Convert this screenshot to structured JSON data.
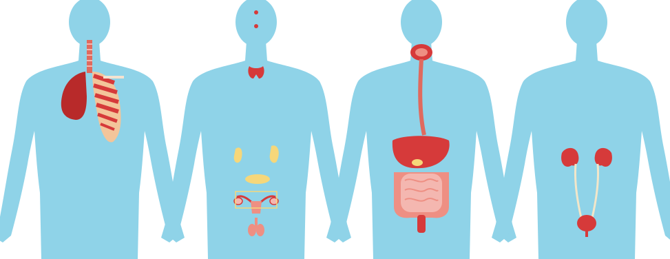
{
  "colors": {
    "background": "#ffffff",
    "silhouette": "#8fd3e8",
    "organ_red": "#d63a3a",
    "organ_dark_red": "#b82a2a",
    "organ_pink": "#f4b7b0",
    "organ_salmon": "#ee8f83",
    "gland_yellow": "#f6d77a",
    "rib_peach": "#f3c59a",
    "ureter": "#f2e6c9"
  },
  "figures": [
    {
      "id": "respiratory",
      "icon": "lungs-and-ribcage-icon"
    },
    {
      "id": "endocrine",
      "icon": "endocrine-glands-icon"
    },
    {
      "id": "digestive",
      "icon": "digestive-tract-icon"
    },
    {
      "id": "urinary",
      "icon": "kidneys-and-bladder-icon"
    }
  ]
}
